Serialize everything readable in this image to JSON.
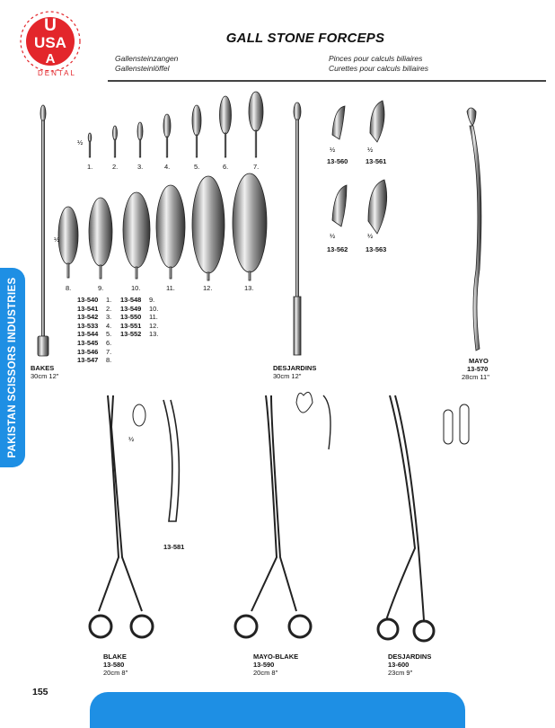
{
  "logo": {
    "letter_u": "U",
    "letter_usa": "USA",
    "letter_a": "A",
    "ring_text": "DENTAL"
  },
  "header": {
    "title": "GALL STONE FORCEPS",
    "sub_de1": "Gallensteinzangen",
    "sub_de2": "Gallensteinlöffel",
    "sub_fr1": "Pinces pour calculs biliaires",
    "sub_fr2": "Curettes pour calculs biliaires"
  },
  "side_tab": "PAKISTAN SCISSORS INDUSTRIES",
  "page_number": "155",
  "scale_half": "½",
  "bakes": {
    "small_numbers": [
      "1.",
      "2.",
      "3.",
      "4.",
      "5.",
      "6.",
      "7."
    ],
    "large_numbers": [
      "8.",
      "9.",
      "10.",
      "11.",
      "12.",
      "13."
    ],
    "codes_left": [
      {
        "code": "13-540",
        "num": "1."
      },
      {
        "code": "13-541",
        "num": "2."
      },
      {
        "code": "13-542",
        "num": "3."
      },
      {
        "code": "13-533",
        "num": "4."
      },
      {
        "code": "13-544",
        "num": "5."
      },
      {
        "code": "13-545",
        "num": "6."
      },
      {
        "code": "13-546",
        "num": "7."
      },
      {
        "code": "13-547",
        "num": "8."
      }
    ],
    "codes_right": [
      {
        "code": "13-548",
        "num": "9."
      },
      {
        "code": "13-549",
        "num": "10."
      },
      {
        "code": "13-550",
        "num": "11."
      },
      {
        "code": "13-551",
        "num": "12."
      },
      {
        "code": "13-552",
        "num": "13."
      }
    ],
    "name": "BAKES",
    "size": "30cm 12\""
  },
  "desjardins_scoop": {
    "codes": [
      "13-560",
      "13-561",
      "13-562",
      "13-563"
    ],
    "name": "DESJARDINS",
    "size": "30cm 12\""
  },
  "mayo": {
    "name": "MAYO",
    "code": "13-570",
    "size": "28cm 11\""
  },
  "blake": {
    "name": "BLAKE",
    "code": "13-580",
    "size": "20cm 8\"",
    "variant_code": "13-581"
  },
  "mayo_blake": {
    "name": "MAYO-BLAKE",
    "code": "13-590",
    "size": "20cm 8\""
  },
  "desjardins_forceps": {
    "name": "DESJARDINS",
    "code": "13-600",
    "size": "23cm 9\""
  }
}
